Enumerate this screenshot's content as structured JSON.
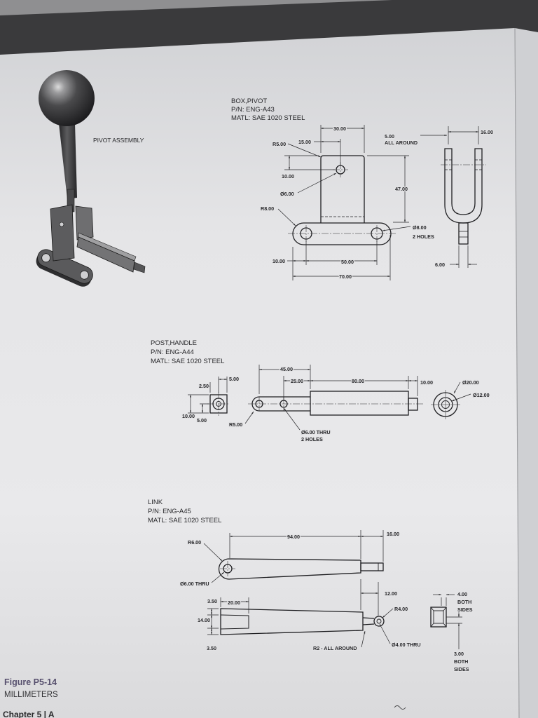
{
  "colors": {
    "ink": "#262629",
    "page": "#e3e3e5",
    "backdrop": "#3a3a3c",
    "caption": "#57506e"
  },
  "pivot_assembly": {
    "label": "PIVOT ASSEMBLY"
  },
  "box_pivot": {
    "title": "BOX,PIVOT",
    "part_number": "P/N: ENG-A43",
    "material": "MATL: SAE 1020 STEEL",
    "dims": [
      "30.00",
      "15.00",
      "R5.00",
      "5.00",
      "ALL AROUND",
      "16.00",
      "10.00",
      "Ø6.00",
      "47.00",
      "R8.00",
      "Ø8.00",
      "2 HOLES",
      "6.00",
      "10.00",
      "50.00",
      "70.00"
    ]
  },
  "post_handle": {
    "title": "POST,HANDLE",
    "part_number": "P/N: ENG-A44",
    "material": "MATL: SAE 1020 STEEL",
    "dims": [
      "5.00",
      "2.50",
      "10.00",
      "5.00",
      "R5.00",
      "45.00",
      "25.00",
      "80.00",
      "10.00",
      "Ø20.00",
      "Ø12.00",
      "Ø6.00 THRU",
      "2 HOLES"
    ]
  },
  "link": {
    "title": "LINK",
    "part_number": "P/N: ENG-A45",
    "material": "MATL: SAE 1020 STEEL",
    "dims": [
      "R6.00",
      "94.00",
      "16.00",
      "Ø6.00 THRU",
      "12.00",
      "3.50",
      "20.00",
      "14.00",
      "3.50",
      "R4.00",
      "R2 - ALL AROUND",
      "Ø4.00 THRU",
      "4.00",
      "BOTH",
      "SIDES",
      "3.00",
      "BOTH",
      "SIDES"
    ]
  },
  "caption": {
    "figure": "Figure P5-14",
    "units": "MILLIMETERS"
  },
  "footer": {
    "chapter": "Chapter 5 | A"
  }
}
